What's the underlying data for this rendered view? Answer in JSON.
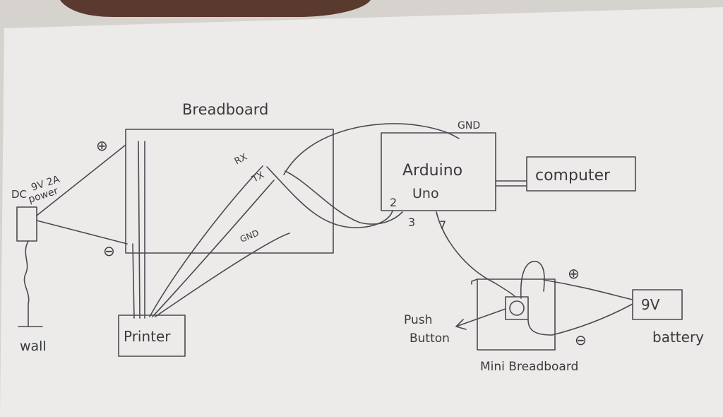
{
  "labels": {
    "breadboard": "Breadboard",
    "arduino_line1": "Arduino",
    "arduino_line2": "Uno",
    "computer": "computer",
    "printer": "Printer",
    "power_line1": "DC",
    "power_line2": "9V 2A",
    "power_line3": "power",
    "wall": "wall",
    "plus": "⊕",
    "minus": "⊖",
    "rx": "RX",
    "tx": "TX",
    "gnd_top": "GND",
    "gnd_mid": "GND",
    "pin2": "2",
    "pin3": "3",
    "pin7": "7",
    "push_line1": "Push",
    "push_line2": "Button",
    "mini_breadboard": "Mini Breadboard",
    "battery_box": "9V",
    "battery": "battery",
    "mini_plus": "⊕",
    "mini_minus": "⊖"
  }
}
